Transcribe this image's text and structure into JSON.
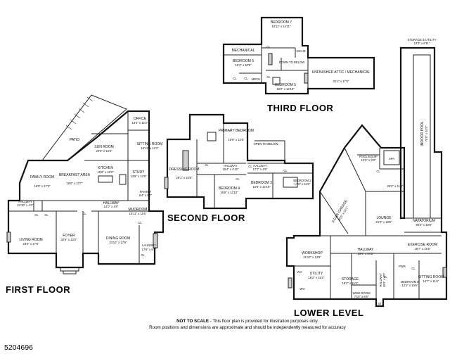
{
  "floors": {
    "first": "FIRST FLOOR",
    "second": "SECOND FLOOR",
    "third": "THIRD FLOOR",
    "lower": "LOWER LEVEL"
  },
  "rooms": {
    "patio": {
      "name": "PATIO"
    },
    "office": {
      "name": "OFFICE",
      "dim": "13'4\" x 12'2\""
    },
    "sun_room": {
      "name": "SUN ROOM",
      "dim": "20'0\" x 13'3\""
    },
    "sitting_room_1": {
      "name": "SITTING ROOM",
      "dim": "15'11\" x 12'4\""
    },
    "kitchen": {
      "name": "KITCHEN",
      "dim": "19'9\" x 18'0\""
    },
    "family_room": {
      "name": "FAMILY ROOM",
      "dim": "18'0\" x 17'3\""
    },
    "breakfast": {
      "name": "BREAKFAST AREA",
      "dim": "18'0\" x 13'7\""
    },
    "study": {
      "name": "STUDY",
      "dim": "13'9\" x 13'8\""
    },
    "pantry": {
      "name": "PANTRY",
      "dim": "5'4\" x 5'7\""
    },
    "hallway_f1": {
      "name": "HALLWAY",
      "dim": "21'10\" x 4'3\""
    },
    "hallway_f2": {
      "name": "HALLWAY",
      "dim": "14'0\" x 4'8\""
    },
    "mudroom": {
      "name": "MUDROOM",
      "dim": "15'11\" x 11'6\""
    },
    "living_room": {
      "name": "LIVING ROOM",
      "dim": "23'0\" x 17'6\""
    },
    "foyer": {
      "name": "FOYER",
      "dim": "32'6\" x 13'0\""
    },
    "dining_room": {
      "name": "DINING ROOM",
      "dim": "23'10\" x 17'6\""
    },
    "laundry": {
      "name": "LAUNDRY",
      "dim": "17'6\" x 8'3\""
    },
    "primary_bedroom": {
      "name": "PRIMARY BEDROOM",
      "dim": "19'9\" x 13'6\""
    },
    "open_to_below": {
      "name": "OPEN TO BELOW"
    },
    "dressing_room": {
      "name": "DRESSING ROOM",
      "dim": "29'1\" x 15'8\""
    },
    "hallway_s1": {
      "name": "HALLWAY",
      "dim": "15'4\" x 4'10\""
    },
    "hallway_s2": {
      "name": "HALLWAY",
      "dim": "17'7\" x 4'6\""
    },
    "bedroom_2": {
      "name": "BEDROOM 2",
      "dim": "17'6\" x 11'2\""
    },
    "bedroom_3": {
      "name": "BEDROOM 3",
      "dim": "13'9\" x 12'10\""
    },
    "bedroom_4": {
      "name": "BEDROOM 4",
      "dim": "15'8\" x 12'10\""
    },
    "bedroom_7": {
      "name": "BEDROOM 7",
      "dim": "15'11\" x 14'11\""
    },
    "mechanical": {
      "name": "MECHANICAL"
    },
    "bedroom_6": {
      "name": "BEDROOM 6",
      "dim": "18'3\" x 10'5\""
    },
    "niche": {
      "name": "NICHE"
    },
    "down_to_below": {
      "name": "DOWN TO BELOW"
    },
    "unfinished_attic": {
      "name": "UNFINISHED ATTIC / MECHANICAL",
      "dim": "31'1\" x 17'5\""
    },
    "mech": {
      "name": "MECH"
    },
    "bedroom_5": {
      "name": "BEDROOM 5",
      "dim": "15'2\" x 12'10\""
    },
    "storage_utility": {
      "name": "STORAGE & UTILITY",
      "dim": "12'3\" x 6'11\""
    },
    "indoor_pool": {
      "name": "INDOOR POOL",
      "dim": "75'0\" x 10'0\""
    },
    "pool_equip": {
      "name": "POOL EQUIP",
      "dim": "12'5\" x 9'3\""
    },
    "spa": {
      "name": "SPA"
    },
    "garage": {
      "name": "3-CAR GARAGE",
      "dim": "35'6\" x 22'1\""
    },
    "area_252": {
      "dim": "25'2\" x 11'3\""
    },
    "lounge": {
      "name": "LOUNGE",
      "dim": "21'0\" x 18'5\""
    },
    "natatorium": {
      "name": "NATATORIUM",
      "dim": "86'4\" x 18'8\""
    },
    "exercise_room": {
      "name": "EXERCISE ROOM",
      "dim": "18'7\" x 15'5\""
    },
    "workshop": {
      "name": "WORKSHOP",
      "dim": "21'10\" x 13'8\""
    },
    "hallway_l1": {
      "name": "HALLWAY",
      "dim": "15'4\" x 14'3\""
    },
    "utility": {
      "name": "UTILITY",
      "dim": "18'2\" x 15'2\""
    },
    "storage": {
      "name": "STORAGE",
      "dim": "18'3\" x 15'2\""
    },
    "hallway_l2": {
      "name": "HALLWAY",
      "dim": "15'5\" x 4'0\""
    },
    "wine_room": {
      "name": "WINE ROOM",
      "dim": "7'10\" x 6'6\""
    },
    "bedroom_8": {
      "name": "BEDROOM 8",
      "dim": "12'1\" x 10'6\""
    },
    "sitting_room_2": {
      "name": "SITTING ROOM",
      "dim": "14'7\" x 11'6\""
    },
    "pwr": {
      "name": "PWR"
    },
    "st": {
      "name": "ST"
    },
    "wh": {
      "name": "WH"
    }
  },
  "cl_label": "CL",
  "notes": {
    "line1_bold": "NOT TO SCALE",
    "line1_rest": " - This floor plan is provided for illustration purposes only.",
    "line2": "Room positions and dimensions are approximate and should be independently measured for accuracy"
  },
  "listing_id": "5204696"
}
